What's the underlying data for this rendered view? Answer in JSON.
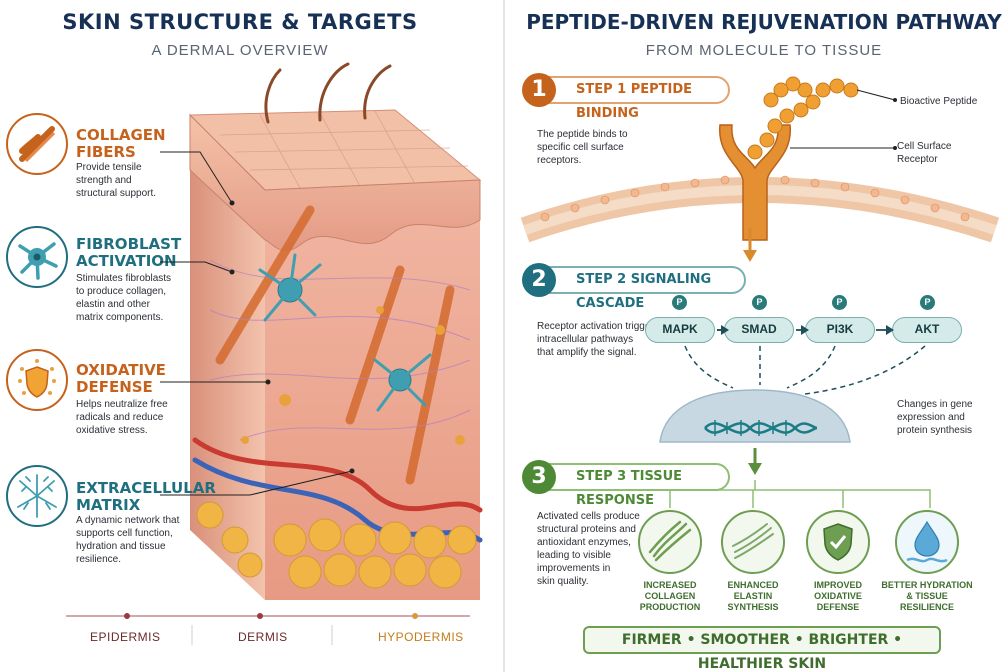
{
  "left": {
    "title": "SKIN STRUCTURE & TARGETS",
    "subtitle": "A DERMAL OVERVIEW",
    "features": [
      {
        "title_line1": "COLLAGEN",
        "title_line2": "FIBERS",
        "desc_lines": [
          "Provide tensile",
          "strength and",
          "structural support."
        ],
        "color": "#c5621b",
        "icon": "rope-icon"
      },
      {
        "title_line1": "FIBROBLAST",
        "title_line2": "ACTIVATION",
        "desc_lines": [
          "Stimulates fibroblasts",
          "to produce collagen,",
          "elastin and other",
          "matrix components."
        ],
        "color": "#1f6f80",
        "icon": "cell-icon"
      },
      {
        "title_line1": "OXIDATIVE",
        "title_line2": "DEFENSE",
        "desc_lines": [
          "Helps neutralize free",
          "radicals and reduce",
          "oxidative stress."
        ],
        "color": "#c5621b",
        "icon": "shield-icon"
      },
      {
        "title_line1": "EXTRACELLULAR",
        "title_line2": "MATRIX",
        "desc_lines": [
          "A dynamic network that",
          "supports cell function,",
          "hydration and tissue",
          "resilience."
        ],
        "color": "#1f6f80",
        "icon": "network-icon"
      }
    ],
    "layers": {
      "epidermis": "EPIDERMIS",
      "dermis": "DERMIS",
      "hypodermis": "HYPODERMIS"
    }
  },
  "right": {
    "title": "PEPTIDE-DRIVEN REJUVENATION PATHWAY",
    "subtitle": "FROM MOLECULE TO TISSUE",
    "step1": {
      "num": "1",
      "label": "STEP 1   PEPTIDE BINDING",
      "desc_lines": [
        "The peptide binds to",
        "specific cell surface",
        "receptors."
      ],
      "color": "#c5621b"
    },
    "annotations": {
      "peptide": "Bioactive Peptide",
      "receptor_line1": "Cell Surface",
      "receptor_line2": "Receptor",
      "gene_lines": [
        "Changes in gene",
        "expression and",
        "protein synthesis"
      ]
    },
    "step2": {
      "num": "2",
      "label": "STEP 2   SIGNALING CASCADE",
      "desc_lines": [
        "Receptor activation triggers",
        "intracellular pathways",
        "that amplify the signal."
      ],
      "color": "#1f6f80"
    },
    "nodes": [
      "MAPK",
      "SMAD",
      "PI3K",
      "AKT"
    ],
    "phospho": "P",
    "step3": {
      "num": "3",
      "label": "STEP 3   TISSUE RESPONSE",
      "desc_lines": [
        "Activated cells produce",
        "structural proteins and",
        "antioxidant enzymes,",
        "leading to visible",
        "improvements in",
        "skin quality."
      ],
      "color": "#4e8a36"
    },
    "outcomes": [
      {
        "line1": "INCREASED",
        "line2": "COLLAGEN",
        "line3": "PRODUCTION",
        "icon": "collagen-fiber-icon"
      },
      {
        "line1": "ENHANCED",
        "line2": "ELASTIN",
        "line3": "SYNTHESIS",
        "icon": "elastin-fiber-icon"
      },
      {
        "line1": "IMPROVED",
        "line2": "OXIDATIVE",
        "line3": "DEFENSE",
        "icon": "shield-check-icon"
      },
      {
        "line1": "BETTER HYDRATION",
        "line2": "& TISSUE",
        "line3": "RESILIENCE",
        "icon": "water-drop-icon"
      }
    ],
    "banner": "FIRMER  •  SMOOTHER  •  BRIGHTER  •  HEALTHIER SKIN"
  }
}
